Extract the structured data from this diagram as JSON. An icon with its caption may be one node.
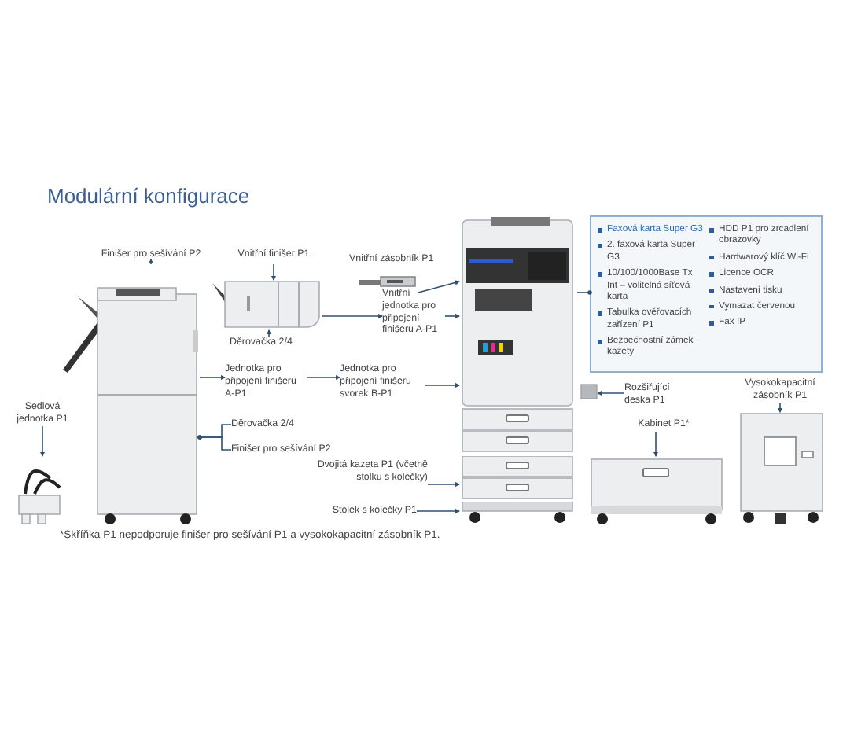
{
  "diagram": {
    "title": "Modulární konfigurace",
    "caption": "*Skříňka P1 nepodporuje finišer pro sešívání P1 a vysokokapacitní zásobník P1.",
    "nodes": [
      {
        "text": [
          "Finišer pro sešívání P2"
        ]
      },
      {
        "text": [],
        "shape": "picture"
      },
      {
        "text": [
          "Sedlová jednotka P1"
        ]
      },
      {
        "text": [],
        "shape": "picture"
      },
      {
        "text": [
          "Vnitřní finišer P1"
        ]
      },
      {
        "text": [],
        "shape": "picture"
      },
      {
        "text": [
          "Děrovačka 2/4"
        ]
      },
      {
        "text": [],
        "shape": "picture",
        "beside": [
          "Vnitřní zásobník P1"
        ]
      },
      {
        "text": [
          "Vnitřní jednotka pro připojení finišeru A-P1"
        ]
      },
      {
        "text": [
          "Jednotka pro připojení finišeru A-P1"
        ]
      },
      {
        "text": [
          "Jednotka pro připojení finišeru svorek B-P1"
        ]
      },
      {
        "text": [
          "Děrovačka 2/4"
        ]
      },
      {
        "text": [
          "Finišer pro sešívání P2"
        ]
      },
      {
        "text": [
          "Dvojitá kazeta P1 (včetně stolku s kolečky)"
        ]
      },
      {
        "text": [
          "Stolek s kolečky P1"
        ]
      },
      {
        "text": [],
        "shape": "picture"
      },
      {
        "text": [],
        "shape": "picture"
      },
      {
        "text": [],
        "shape": "picture"
      },
      {
        "text": [
          "Faxová karta Super G3",
          "2. faxová karta Super G3",
          "10/100/1000Base Tx Int – volitelná síťová karta",
          "Tabulka ověřovacích zařízení P1",
          "Bezpečnostní zámek kazety",
          "HDD P1 pro zrcadlení obrazovky",
          "Hardwarový klíč Wi-Fi",
          "Licence OCR",
          "Nastavení tisku",
          "Vymazat červenou",
          "Fax IP"
        ]
      },
      {
        "text": [
          "Rozšiřující deska P1"
        ]
      },
      {
        "text": [],
        "shape": "box"
      },
      {
        "text": [
          "Kabinet P1*"
        ]
      },
      {
        "text": [],
        "shape": "picture"
      },
      {
        "text": [
          "Vysokokapacitní zásobník P1"
        ]
      },
      {
        "text": [],
        "shape": "picture"
      }
    ],
    "edges": [
      {
        "from": 0,
        "to": 1,
        "arrow": "to"
      },
      {
        "from": 2,
        "to": 3,
        "arrow": "to"
      },
      {
        "from": 4,
        "to": 5,
        "arrow": "to"
      },
      {
        "from": 6,
        "to": 5,
        "arrow": "to"
      },
      {
        "from": 7,
        "to": 15,
        "arrow": "to"
      },
      {
        "from": 5,
        "to": 8,
        "arrow": "to"
      },
      {
        "from": 8,
        "to": 15,
        "arrow": "to"
      },
      {
        "from": 1,
        "to": 9,
        "arrow": "to"
      },
      {
        "from": 9,
        "to": 10,
        "arrow": "to"
      },
      {
        "from": 10,
        "to": 15,
        "arrow": "to"
      },
      {
        "from": 11,
        "to": 1,
        "arrow": "other"
      },
      {
        "from": 12,
        "to": 1,
        "arrow": "other"
      },
      {
        "from": 13,
        "to": 16,
        "arrow": "to"
      },
      {
        "from": 14,
        "to": 17,
        "arrow": "to"
      },
      {
        "from": 18,
        "to": 15,
        "arrow": "other"
      },
      {
        "from": 19,
        "to": 20,
        "arrow": "to"
      },
      {
        "from": 21,
        "to": 22,
        "arrow": "to"
      },
      {
        "from": 23,
        "to": 24,
        "arrow": "to"
      }
    ]
  }
}
